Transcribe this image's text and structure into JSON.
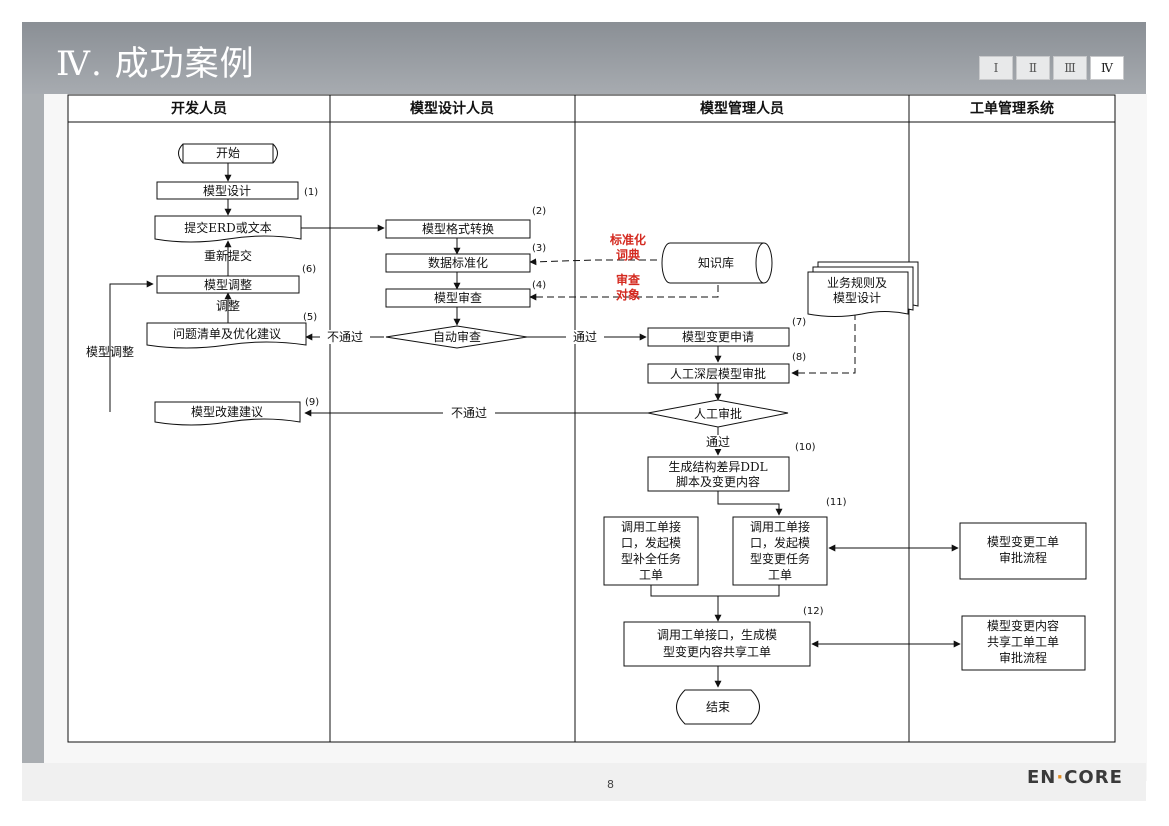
{
  "header": {
    "title": "Ⅳ. 成功案例"
  },
  "nav": [
    "Ⅰ",
    "Ⅱ",
    "Ⅲ",
    "Ⅳ"
  ],
  "footer": {
    "page": "8",
    "logo_left": "EN",
    "logo_dot": "·",
    "logo_right": "CORE"
  },
  "lanes": [
    "开发人员",
    "模型设计人员",
    "模型管理人员",
    "工单管理系统"
  ],
  "nodes": {
    "start": "开始",
    "model_design": "模型设计",
    "submit_erd": "提交ERD或文本",
    "model_adjust": "模型调整",
    "issue_list": "问题清单及优化建议",
    "improve_suggest": "模型改建建议",
    "format_convert": "模型格式转换",
    "data_standard": "数据标准化",
    "model_review": "模型审查",
    "auto_review": "自动审查",
    "knowledge_base": "知识库",
    "biz_rules_1": "业务规则及",
    "biz_rules_2": "模型设计",
    "change_request": "模型变更申请",
    "manual_deep_review": "人工深层模型审批",
    "manual_review": "人工审批",
    "ddl_1": "生成结构差异DDL",
    "ddl_2": "脚本及变更内容",
    "ticket_a": [
      "调用工单接",
      "口，发起模",
      "型补全任务",
      "工单"
    ],
    "ticket_b": [
      "调用工单接",
      "口，发起模",
      "型变更任务",
      "工单"
    ],
    "share_1": "调用工单接口，生成模",
    "share_2": "型变更内容共享工单",
    "end": "结束",
    "flow_a": [
      "模型变更工单",
      "审批流程"
    ],
    "flow_b": [
      "模型变更内容",
      "共享工单工单",
      "审批流程"
    ]
  },
  "labels": {
    "resubmit": "重新提交",
    "adjust": "调整",
    "model_adjust_side": "模型调整",
    "fail": "不通过",
    "pass": "通过",
    "fail2": "不通过",
    "pass2": "通过",
    "std_dict_1": "标准化",
    "std_dict_2": "词典",
    "review_obj_1": "审查",
    "review_obj_2": "对象"
  },
  "steps": [
    "(1)",
    "(2)",
    "(3)",
    "(4)",
    "(5)",
    "(6)",
    "(7)",
    "(8)",
    "(9)",
    "(10)",
    "(11)",
    "(12)"
  ],
  "colors": {
    "highlight": "#d42a20",
    "frame": "#a9adb1",
    "accent": "#e08a1e"
  }
}
